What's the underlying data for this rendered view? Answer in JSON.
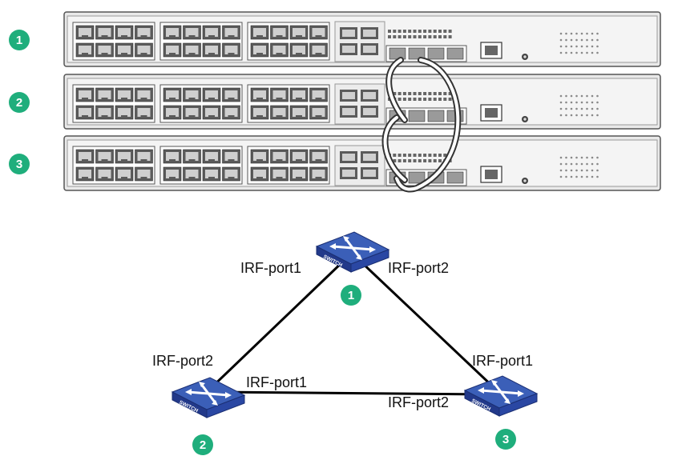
{
  "stack_badges": [
    "1",
    "2",
    "3"
  ],
  "topology": {
    "nodes": [
      {
        "id": "1",
        "switch_text": "SWITCH"
      },
      {
        "id": "2",
        "switch_text": "SWITCH"
      },
      {
        "id": "3",
        "switch_text": "SWITCH"
      }
    ],
    "labels": {
      "n1_left": "IRF-port1",
      "n1_right": "IRF-port2",
      "n2_top": "IRF-port2",
      "n2_right": "IRF-port1",
      "n3_top": "IRF-port1",
      "n3_left": "IRF-port2"
    }
  },
  "colors": {
    "badge": "#1fae7c",
    "switch_top": "#3b5fb8",
    "switch_side": "#22398a",
    "chassis": "#e9e9e9",
    "cable": "#ffffff"
  }
}
